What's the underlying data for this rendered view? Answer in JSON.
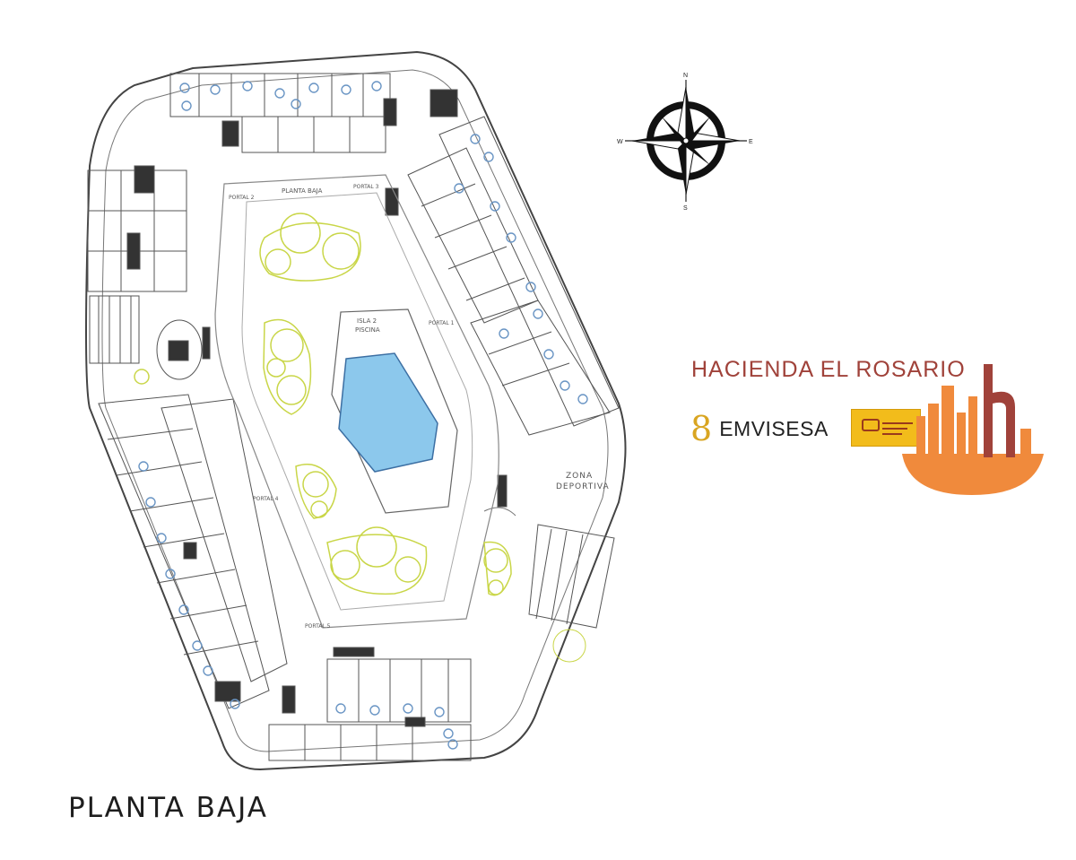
{
  "page_title": "PLANTA BAJA",
  "compass": {
    "n": "N",
    "s": "S",
    "e": "E",
    "w": "W"
  },
  "plan_labels": {
    "planta_baja": "PLANTA BAJA",
    "zona_deportiva_1": "ZONA",
    "zona_deportiva_2": "DEPORTIVA",
    "isla_piscina_1": "ISLA 2",
    "isla_piscina_2": "PISCINA",
    "portal_1": "PORTAL 1",
    "portal_2": "PORTAL 2",
    "portal_3": "PORTAL 3",
    "portal_4": "PORTAL 4",
    "portal_5": "PORTAL 5"
  },
  "brand": {
    "title": "HACIENDA EL ROSARIO",
    "partner": "EMVISESA",
    "partner_symbol": "8"
  },
  "colors": {
    "pool": "#8cc8ec",
    "greenery": "#c9d648",
    "brand_red": "#a0423a",
    "brand_orange": "#f08a3c",
    "brand_gold": "#d9a521",
    "badge_yellow": "#f2bc1b"
  }
}
